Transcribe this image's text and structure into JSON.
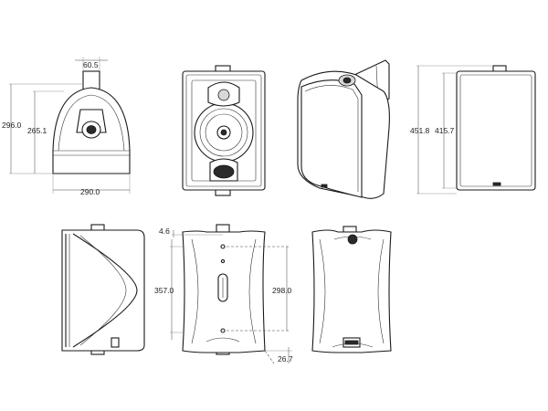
{
  "dimensions": {
    "top_width": "60.5",
    "side_height_total": "296.0",
    "side_height_body": "265.1",
    "side_width": "290.0",
    "front_height_total": "451.8",
    "front_height_body": "415.7",
    "rear_offset": "4.6",
    "rear_height": "357.0",
    "rear_spacing": "298.0",
    "rear_bottom": "26.7"
  }
}
